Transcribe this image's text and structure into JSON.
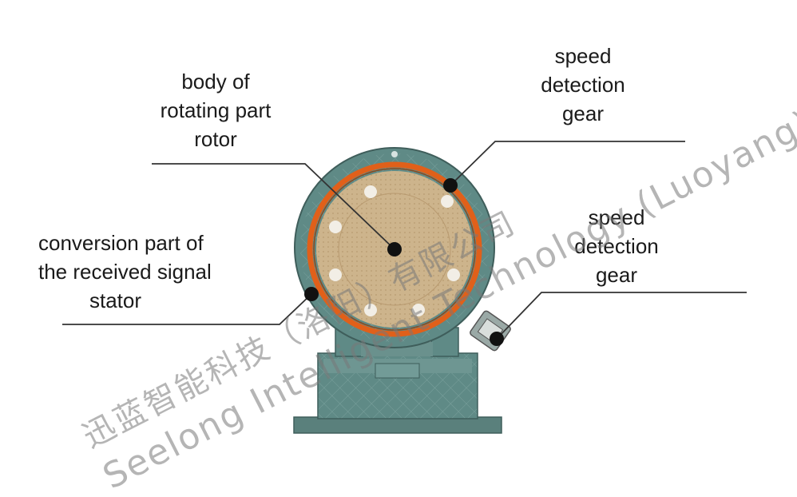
{
  "labels": {
    "rotor": [
      "body of",
      "rotating part",
      "rotor"
    ],
    "stator": [
      "conversion part of",
      "the received signal",
      "stator"
    ],
    "gear_top": [
      "speed",
      "detection",
      "gear"
    ],
    "gear_right": [
      "speed",
      "detection",
      "gear"
    ]
  },
  "watermark": {
    "company_cn": "迅蓝智能科技（洛阳）有限公司",
    "company_en": "Seelong Intelligent Technology (Luoyang)CO.LTD."
  },
  "colors": {
    "body": "#5f8a86",
    "ring": "#e0601a",
    "face": "#cdb48c",
    "hole": "#f2eee6",
    "marker": "#111111",
    "line": "#333333"
  }
}
